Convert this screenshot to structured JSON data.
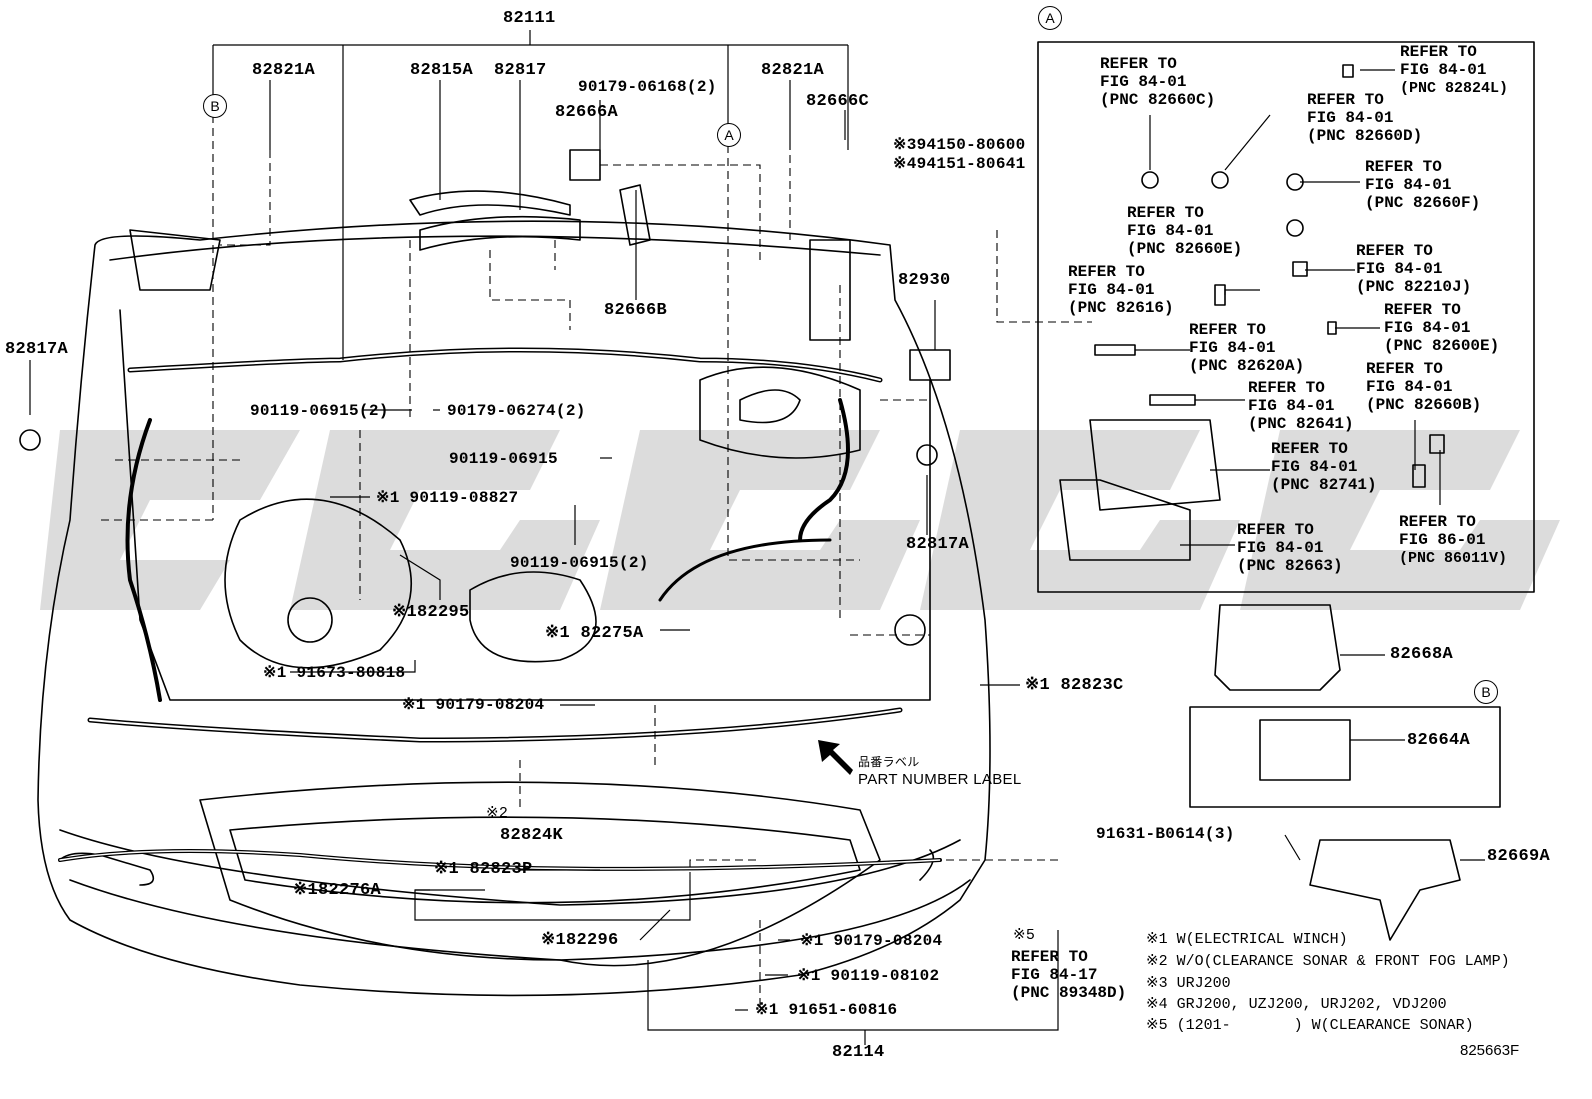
{
  "diagram": {
    "id": "825663F",
    "top_assembly": "82111",
    "bottom_assembly": "82114",
    "callout_a": "A",
    "callout_b": "B",
    "labels": {
      "p82821A_left": "82821A",
      "p82815A": "82815A",
      "p82817": "82817",
      "p90179_06168": "90179-06168(2)",
      "p82666A": "82666A",
      "p82821A_right": "82821A",
      "p82666C": "82666C",
      "p94150": "※394150-80600",
      "p94151": "※494151-80641",
      "p82817A_left": "82817A",
      "p82666B": "82666B",
      "p82930": "82930",
      "p90119_06915_2a": "90119-06915(2)",
      "p90179_06274": "90179-06274(2)",
      "p90119_06915": "90119-06915",
      "p90119_08827": "※1 90119-08827",
      "p90119_06915_2b": "90119-06915(2)",
      "p82817A_right": "82817A",
      "p82295": "※182295",
      "p82275A": "※1 82275A",
      "p91673": "※1 91673-80818",
      "p82823C": "※1 82823C",
      "p90179_08204_a": "※1 90179-08204",
      "jp_label": "品番ラベル",
      "part_number_label": "PART NUMBER LABEL",
      "note2_mark": "※2",
      "p82824K": "82824K",
      "p82823P": "※1 82823P",
      "p82276A": "※182276A",
      "p82296": "※182296",
      "p90179_08204_b": "※1 90179-08204",
      "p90119_08102": "※1 90119-08102",
      "p91651": "※1 91651-60816",
      "note5_mark": "※5",
      "p82668A": "82668A",
      "p82664A": "82664A",
      "p91631": "91631-B0614(3)",
      "p82669A": "82669A"
    },
    "bottom_ref": {
      "line1": "REFER TO",
      "line2": "FIG 84-17",
      "line3": "(PNC 89348D)"
    },
    "refs": [
      {
        "line1": "REFER TO",
        "line2": "FIG 84-01",
        "line3": "(PNC 82660C)"
      },
      {
        "line1": "REFER TO",
        "line2": "FIG 84-01",
        "line3": "(PNC 82824L)"
      },
      {
        "line1": "REFER TO",
        "line2": "FIG 84-01",
        "line3": "(PNC 82660D)"
      },
      {
        "line1": "REFER TO",
        "line2": "FIG 84-01",
        "line3": "(PNC 82660F)"
      },
      {
        "line1": "REFER TO",
        "line2": "FIG 84-01",
        "line3": "(PNC 82660E)"
      },
      {
        "line1": "REFER TO",
        "line2": "FIG 84-01",
        "line3": "(PNC 82210J)"
      },
      {
        "line1": "REFER TO",
        "line2": "FIG 84-01",
        "line3": "(PNC 82616)"
      },
      {
        "line1": "REFER TO",
        "line2": "FIG 84-01",
        "line3": "(PNC 82600E)"
      },
      {
        "line1": "REFER TO",
        "line2": "FIG 84-01",
        "line3": "(PNC 82620A)"
      },
      {
        "line1": "REFER TO",
        "line2": "FIG 84-01",
        "line3": "(PNC 82660B)"
      },
      {
        "line1": "REFER TO",
        "line2": "FIG 84-01",
        "line3": "(PNC 82641)"
      },
      {
        "line1": "REFER TO",
        "line2": "FIG 84-01",
        "line3": "(PNC 82741)"
      },
      {
        "line1": "REFER TO",
        "line2": "FIG 86-01",
        "line3": "(PNC 86011V)"
      },
      {
        "line1": "REFER TO",
        "line2": "FIG 84-01",
        "line3": "(PNC 82663)"
      }
    ],
    "notes": [
      "※1 W(ELECTRICAL WINCH)",
      "※2 W/O(CLEARANCE SONAR & FRONT FOG LAMP)",
      "※3 URJ200",
      "※4 GRJ200, UZJ200, URJ202, VDJ200",
      "※5 (1201-       ) W(CLEARANCE SONAR)"
    ]
  }
}
